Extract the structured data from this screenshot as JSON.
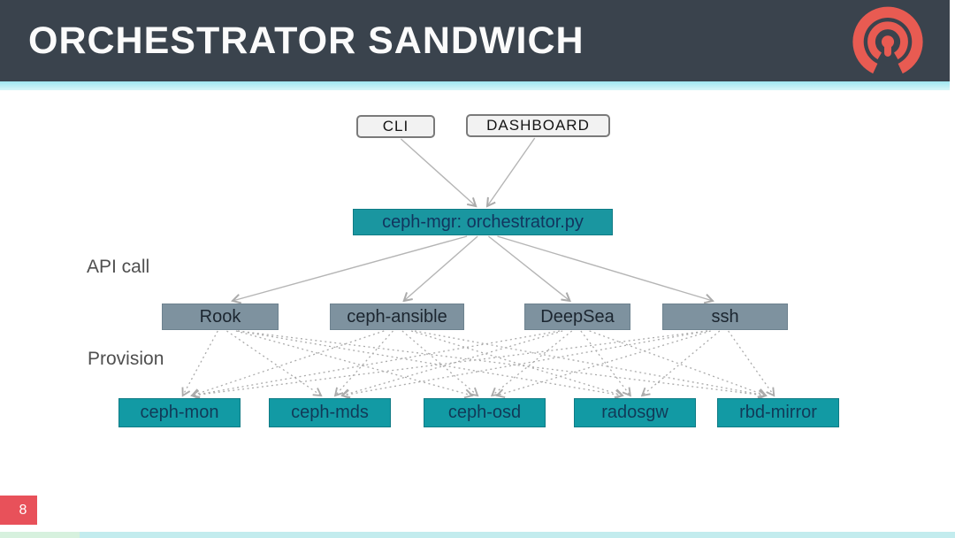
{
  "slide": {
    "title": "ORCHESTRATOR SANDWICH",
    "page_number": "8",
    "logo": "ceph-logo"
  },
  "labels": {
    "api_call": "API call",
    "provision": "Provision"
  },
  "diagram": {
    "nodes": [
      {
        "id": "cli",
        "label": "CLI",
        "type": "ui"
      },
      {
        "id": "dashboard",
        "label": "DASHBOARD",
        "type": "ui"
      },
      {
        "id": "mgr",
        "label": "ceph-mgr: orchestrator.py",
        "type": "teal"
      },
      {
        "id": "rook",
        "label": "Rook",
        "type": "orch"
      },
      {
        "id": "ansible",
        "label": "ceph-ansible",
        "type": "orch"
      },
      {
        "id": "deepsea",
        "label": "DeepSea",
        "type": "orch"
      },
      {
        "id": "ssh",
        "label": "ssh",
        "type": "orch"
      },
      {
        "id": "mon",
        "label": "ceph-mon",
        "type": "daemon"
      },
      {
        "id": "mds",
        "label": "ceph-mds",
        "type": "daemon"
      },
      {
        "id": "osd",
        "label": "ceph-osd",
        "type": "daemon"
      },
      {
        "id": "rgw",
        "label": "radosgw",
        "type": "daemon"
      },
      {
        "id": "rbd",
        "label": "rbd-mirror",
        "type": "daemon"
      }
    ],
    "edges_solid": [
      [
        "cli",
        "mgr"
      ],
      [
        "dashboard",
        "mgr"
      ],
      [
        "mgr",
        "rook"
      ],
      [
        "mgr",
        "ansible"
      ],
      [
        "mgr",
        "deepsea"
      ],
      [
        "mgr",
        "ssh"
      ]
    ],
    "edges_dotted_from": [
      "rook",
      "ansible",
      "deepsea",
      "ssh"
    ],
    "edges_dotted_to": [
      "mon",
      "mds",
      "osd",
      "rgw",
      "rbd"
    ]
  },
  "colors": {
    "header": "#3a434d",
    "accent_cyan": "#9fe6f0",
    "teal": "#1a96a0",
    "teal_daemon": "#129aa4",
    "gray_node": "#7e929f",
    "coral": "#e8515a",
    "arrow": "#b5b5b5"
  }
}
